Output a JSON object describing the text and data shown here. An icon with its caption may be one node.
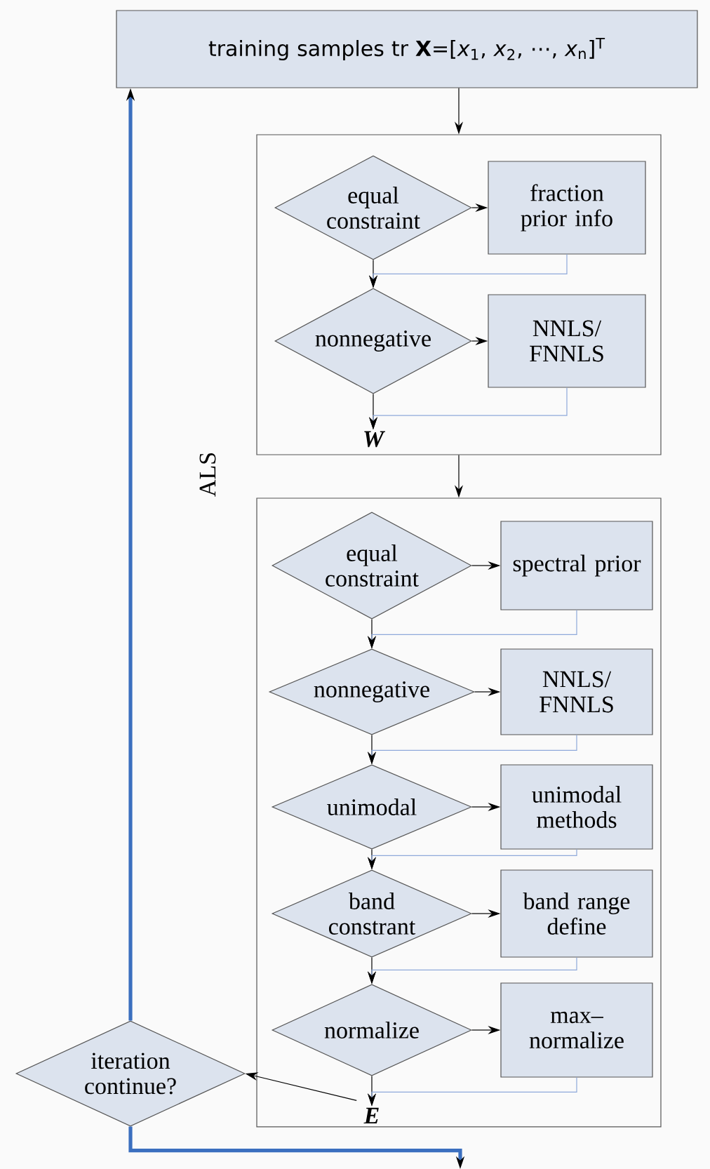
{
  "diagram": {
    "nodes": [
      {
        "text": [
          "training samples tr **X**=[*x*$_{1}$, *x*$_{2}$, ⋯, *x*$_{n}$]$^{T}$"
        ]
      },
      {
        "text": [],
        "shape": "box"
      },
      {
        "text": [
          "equal constraint"
        ],
        "in": 1
      },
      {
        "text": [
          "fraction prior info"
        ],
        "in": 1
      },
      {
        "text": [
          "nonnegative"
        ],
        "in": 1
      },
      {
        "text": [
          "NNLS/ FNNLS"
        ],
        "in": 1
      },
      {
        "text": [
          "W"
        ],
        "in": 1
      },
      {
        "text": [],
        "shape": "box"
      },
      {
        "text": [
          "equal constraint"
        ],
        "in": 7
      },
      {
        "text": [
          "spectral prior"
        ],
        "in": 7
      },
      {
        "text": [
          "nonnegative"
        ],
        "in": 7
      },
      {
        "text": [
          "NNLS/ FNNLS"
        ],
        "in": 7
      },
      {
        "text": [
          "unimodal"
        ],
        "in": 7
      },
      {
        "text": [
          "unimodal methods"
        ],
        "in": 7
      },
      {
        "text": [
          "band constrant"
        ],
        "in": 7
      },
      {
        "text": [
          "band range define"
        ],
        "in": 7
      },
      {
        "text": [
          "normalize"
        ],
        "in": 7
      },
      {
        "text": [
          "max– normalize"
        ],
        "in": 7
      },
      {
        "text": [
          "E"
        ],
        "in": 7
      },
      {
        "text": [
          "iteration continue?"
        ]
      }
    ],
    "edges": [
      {
        "from": 0,
        "to": 1,
        "arrow": "to"
      },
      {
        "from": 2,
        "to": 3,
        "arrow": "to"
      },
      {
        "from": 2,
        "to": 4,
        "arrow": "to"
      },
      {
        "from": 3,
        "to": 4,
        "arrow": "to",
        "color": "#8ea9da"
      },
      {
        "from": 4,
        "to": 5,
        "arrow": "to"
      },
      {
        "from": 4,
        "to": 6,
        "arrow": "to"
      },
      {
        "from": 5,
        "to": 6,
        "arrow": "to",
        "color": "#8ea9da"
      },
      {
        "from": 1,
        "to": 7,
        "arrow": "to"
      },
      {
        "from": 8,
        "to": 9,
        "arrow": "to"
      },
      {
        "from": 8,
        "to": 10,
        "arrow": "to"
      },
      {
        "from": 9,
        "to": 10,
        "arrow": "to",
        "color": "#8ea9da"
      },
      {
        "from": 10,
        "to": 11,
        "arrow": "to"
      },
      {
        "from": 10,
        "to": 12,
        "arrow": "to"
      },
      {
        "from": 11,
        "to": 12,
        "arrow": "to",
        "color": "#8ea9da"
      },
      {
        "from": 12,
        "to": 13,
        "arrow": "to"
      },
      {
        "from": 12,
        "to": 14,
        "arrow": "to"
      },
      {
        "from": 13,
        "to": 14,
        "arrow": "to",
        "color": "#8ea9da"
      },
      {
        "from": 14,
        "to": 15,
        "arrow": "to"
      },
      {
        "from": 14,
        "to": 16,
        "arrow": "to"
      },
      {
        "from": 15,
        "to": 16,
        "arrow": "to",
        "color": "#8ea9da"
      },
      {
        "from": 16,
        "to": 17,
        "arrow": "to"
      },
      {
        "from": 16,
        "to": 18,
        "arrow": "to"
      },
      {
        "from": 17,
        "to": 18,
        "arrow": "to",
        "color": "#8ea9da"
      },
      {
        "from": 18,
        "to": 19,
        "arrow": "to"
      },
      {
        "from": 19,
        "to": 0,
        "arrow": "to",
        "style": "thick",
        "color": "#3b6fbf"
      },
      {
        "from": 19,
        "to": null,
        "arrow": "to",
        "style": "thick",
        "color": "#3b6fbf"
      }
    ],
    "labels": [
      "ALS"
    ]
  }
}
